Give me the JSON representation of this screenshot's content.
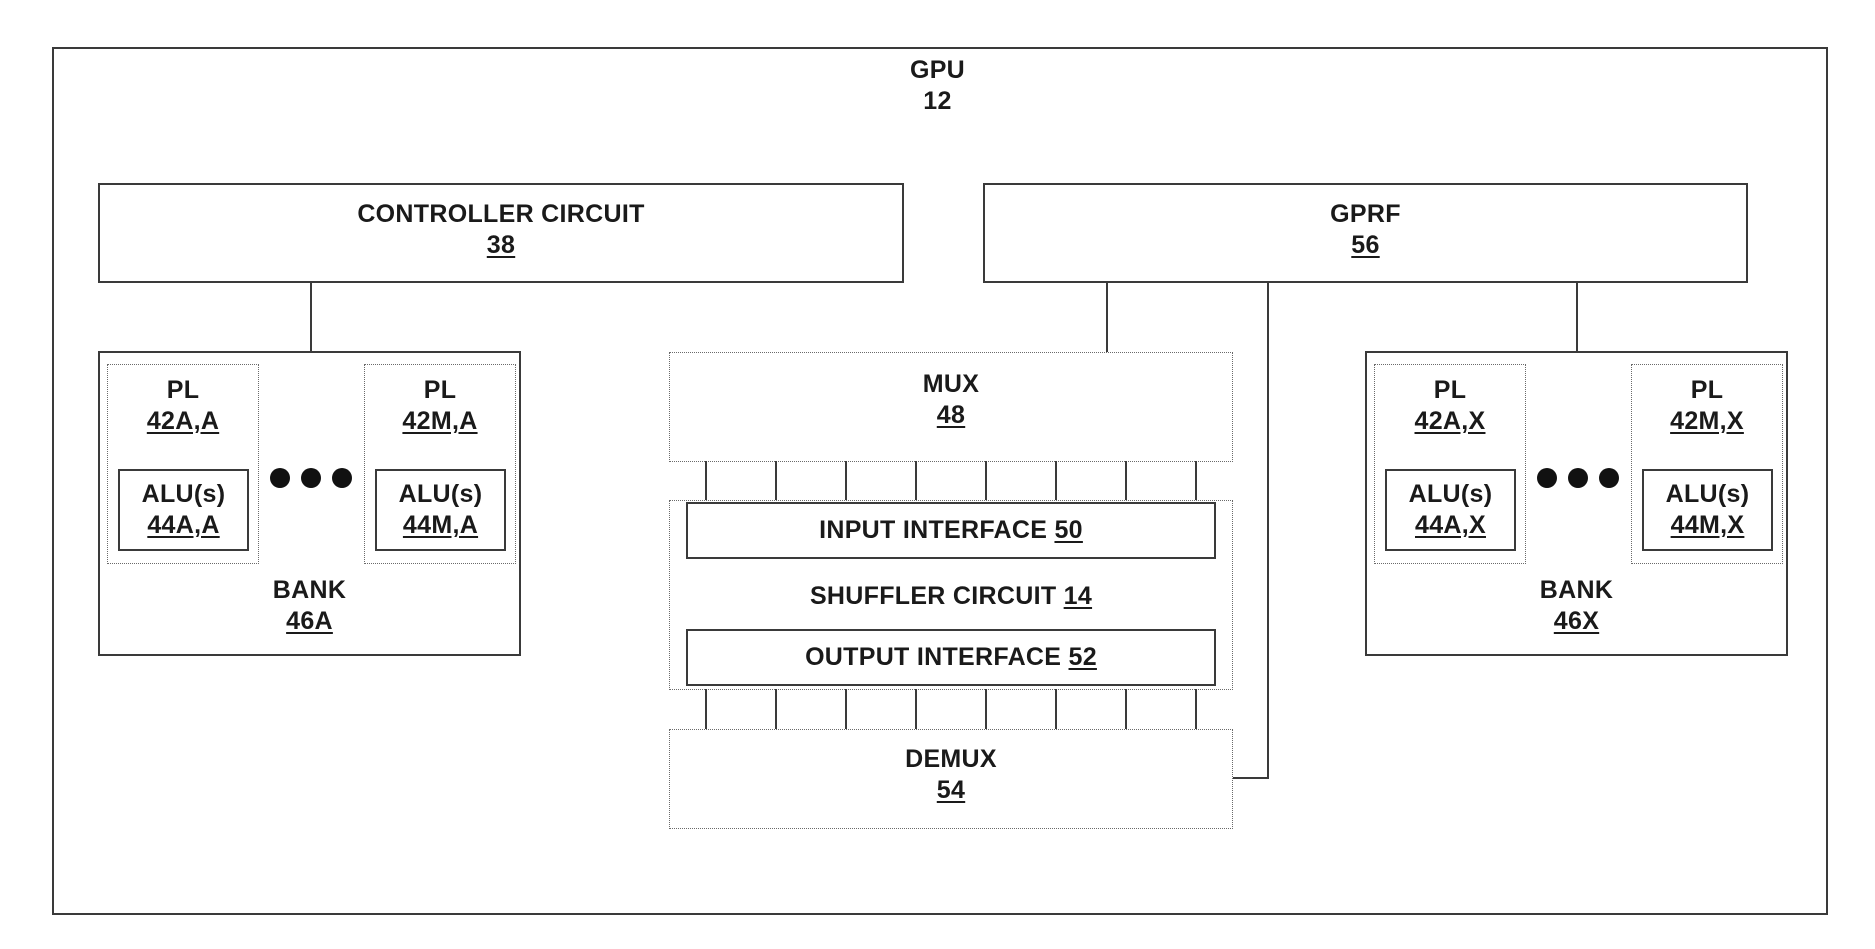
{
  "gpu": {
    "name": "GPU",
    "ref": "12"
  },
  "controller": {
    "name": "CONTROLLER CIRCUIT",
    "ref": "38"
  },
  "gprf": {
    "name": "GPRF",
    "ref": "56"
  },
  "bank_a": {
    "name": "BANK",
    "ref": "46A",
    "pl_first": {
      "name": "PL",
      "ref": "42A,A",
      "alu_name": "ALU(s)",
      "alu_ref": "44A,A"
    },
    "pl_last": {
      "name": "PL",
      "ref": "42M,A",
      "alu_name": "ALU(s)",
      "alu_ref": "44M,A"
    }
  },
  "bank_x": {
    "name": "BANK",
    "ref": "46X",
    "pl_first": {
      "name": "PL",
      "ref": "42A,X",
      "alu_name": "ALU(s)",
      "alu_ref": "44A,X"
    },
    "pl_last": {
      "name": "PL",
      "ref": "42M,X",
      "alu_name": "ALU(s)",
      "alu_ref": "44M,X"
    }
  },
  "mux": {
    "name": "MUX",
    "ref": "48"
  },
  "shuffler": {
    "name": "SHUFFLER CIRCUIT",
    "ref": "14"
  },
  "input_interface": {
    "name": "INPUT INTERFACE",
    "ref": "50"
  },
  "output_interface": {
    "name": "OUTPUT INTERFACE",
    "ref": "52"
  },
  "demux": {
    "name": "DEMUX",
    "ref": "54"
  }
}
